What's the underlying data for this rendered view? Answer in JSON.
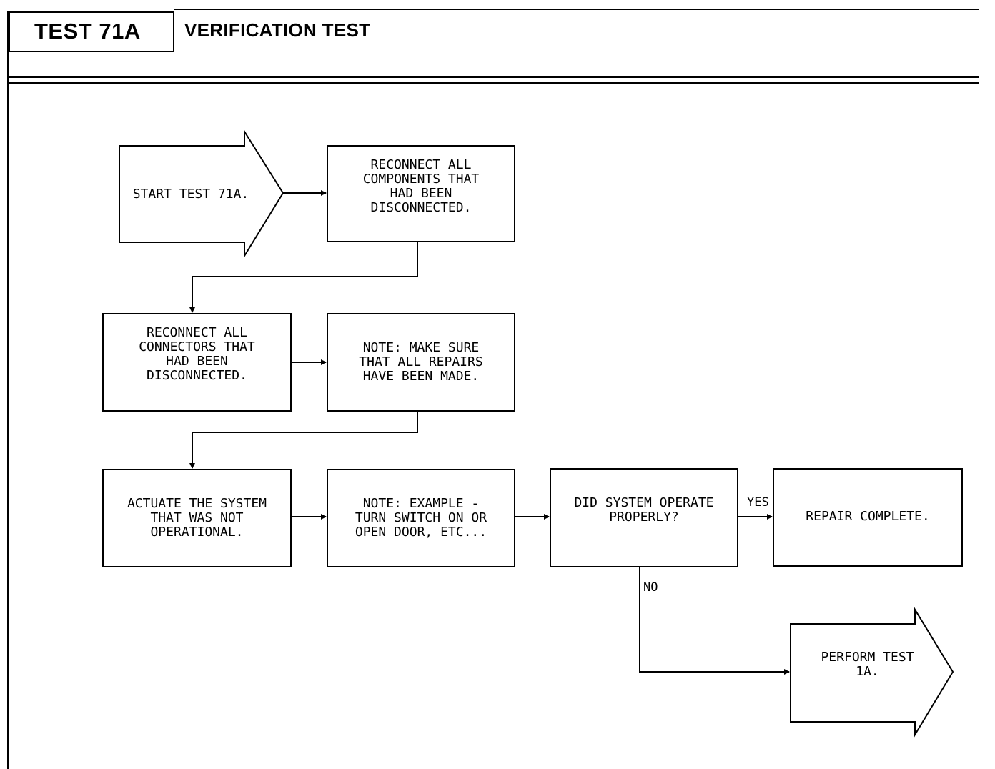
{
  "header": {
    "test_id": "TEST 71A",
    "title": "VERIFICATION TEST"
  },
  "flowchart": {
    "start": "START TEST 71A.",
    "step_reconnect_components": "RECONNECT ALL\nCOMPONENTS THAT\nHAD BEEN\nDISCONNECTED.",
    "step_reconnect_connectors": "RECONNECT ALL\nCONNECTORS THAT\nHAD BEEN\nDISCONNECTED.",
    "note_repairs": "NOTE: MAKE SURE\nTHAT ALL REPAIRS\nHAVE BEEN MADE.",
    "step_actuate": "ACTUATE THE SYSTEM\nTHAT WAS NOT\nOPERATIONAL.",
    "note_example": "NOTE: EXAMPLE -\nTURN SWITCH ON OR\nOPEN DOOR, ETC...",
    "decision": "DID SYSTEM OPERATE\nPROPERLY?",
    "yes_label": "YES",
    "no_label": "NO",
    "end_complete": "REPAIR COMPLETE.",
    "end_perform": "PERFORM TEST\n1A."
  }
}
